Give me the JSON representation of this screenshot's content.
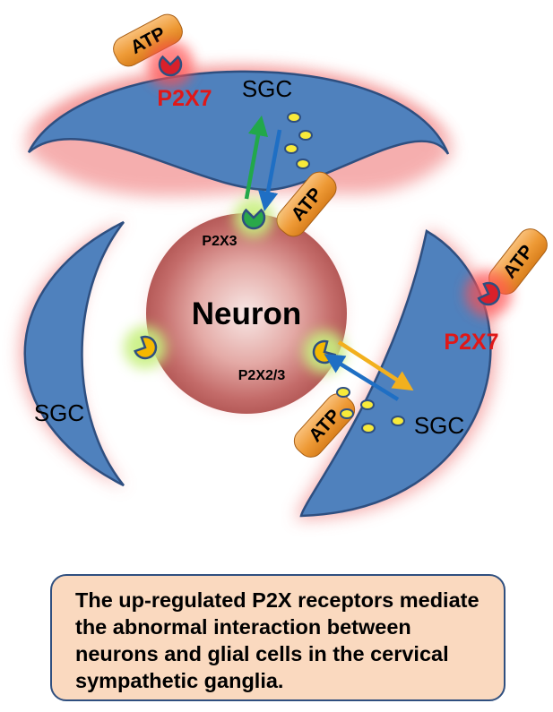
{
  "neuron": {
    "label": "Neuron"
  },
  "sgc_labels": [
    "SGC",
    "SGC",
    "SGC"
  ],
  "atp_label": "ATP",
  "receptors": {
    "p2x7_top": "P2X7",
    "p2x7_right": "P2X7",
    "p2x3": "P2X3",
    "p2x23": "P2X2/3"
  },
  "caption": "The up-regulated P2X receptors mediate the abnormal interaction between neurons and glial cells in the cervical sympathetic ganglia.",
  "colors": {
    "sgc_fill": "#4f81bd",
    "sgc_stroke": "#2e4f80",
    "glow": "#f26d6d",
    "atp_fill": "#f0a040",
    "p2x7": "#d9202a",
    "p2x3": "#2aa84a",
    "p2x23": "#f5b800",
    "arrow_green": "#22a84a",
    "arrow_blue": "#1f6fc4",
    "arrow_orange": "#f2b01e",
    "vesicle": "#f8ea3a",
    "caption_bg": "#fad9bf"
  }
}
